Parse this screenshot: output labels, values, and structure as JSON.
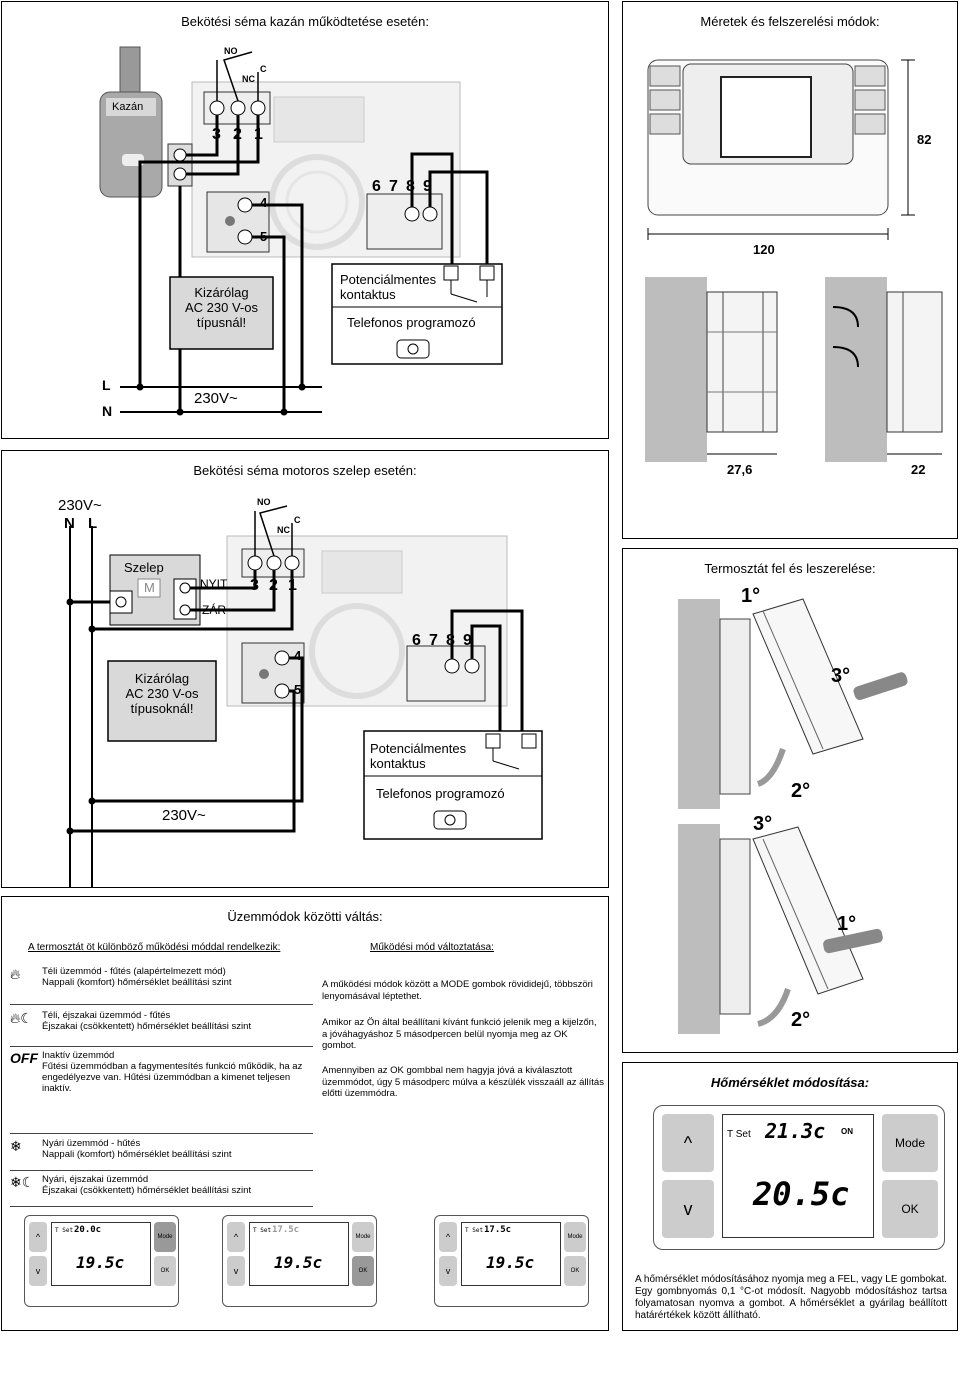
{
  "panel_kazan": {
    "title": "Bekötési séma kazán működtetése esetén:",
    "kazan_label": "Kazán",
    "no": "NO",
    "nc": "NC",
    "c": "C",
    "terminals_123": [
      "3",
      "2",
      "1"
    ],
    "terminals_45": [
      "4",
      "5"
    ],
    "terminals_6789": [
      "6",
      "7",
      "8",
      "9"
    ],
    "warning": "Kizárólag\nAC 230 V-os\ntípusnál!",
    "pot_contact": "Potenciálmentes\nkontaktus",
    "phone": "Telefonos programozó",
    "l": "L",
    "n": "N",
    "voltage": "230V~"
  },
  "panel_meretek": {
    "title": "Méretek és felszerelési módok:",
    "dim_height": "82",
    "dim_width": "120",
    "dim_depth1": "27,6",
    "dim_depth2": "22"
  },
  "panel_szelep": {
    "title": "Bekötési séma motoros szelep esetén:",
    "voltage_top": "230V~",
    "n": "N",
    "l": "L",
    "szelep": "Szelep",
    "m": "M",
    "nyit": "NYIT",
    "zar": "ZÁR",
    "no": "NO",
    "nc": "NC",
    "c": "C",
    "terminals_123": [
      "3",
      "2",
      "1"
    ],
    "terminals_45": [
      "4",
      "5"
    ],
    "terminals_6789": [
      "6",
      "7",
      "8",
      "9"
    ],
    "warning": "Kizárólag\nAC 230 V-os\ntípusoknál!",
    "pot_contact": "Potenciálmentes\nkontaktus",
    "phone": "Telefonos programozó",
    "voltage_bottom": "230V~"
  },
  "panel_felszereles": {
    "title": "Termosztát fel és leszerelése:",
    "steps_top": [
      "1°",
      "3°",
      "2°"
    ],
    "steps_bottom": [
      "3°",
      "1°",
      "2°"
    ]
  },
  "panel_uzemmodok": {
    "title": "Üzemmódok közötti váltás:",
    "left_header": "A termosztát öt különböző működési móddal rendelkezik:",
    "right_header": "Működési mód változtatása:",
    "modes": [
      {
        "icon": "flame-icon",
        "name": "Téli üzemmód - fűtés (alapértelmezett mód)",
        "desc": "Nappali (komfort) hőmérséklet beállítási szint"
      },
      {
        "icon": "flame-moon-icon",
        "name": "Téli, éjszakai üzemmód - fűtés",
        "desc": "Éjszakai (csökkentett) hőmérséklet beállítási szint"
      },
      {
        "icon": "off-icon",
        "icon_text": "OFF",
        "name": "Inaktív üzemmód",
        "desc": "Fűtési üzemmódban a fagymentesítés funkció működik, ha az engedélyezve van. Hűtési üzemmódban a kimenet teljesen inaktív."
      },
      {
        "icon": "snowflake-icon",
        "name": "Nyári üzemmód - hűtés",
        "desc": "Nappali (komfort) hőmérséklet beállítási szint"
      },
      {
        "icon": "snowflake-moon-icon",
        "name": "Nyári, éjszakai üzemmód",
        "desc": "Éjszakai (csökkentett) hőmérséklet beállítási szint"
      }
    ],
    "paragraphs": [
      "A működési módok között a MODE gombok rövididejű, többszöri lenyomásával léptethet.",
      "Amikor az Ön által beállítani kívánt funkció jelenik meg a kijelzőn, a jóváhagyáshoz 5 másodpercen belül nyomja meg az OK gombot.",
      "Amennyiben az OK gombbal nem hagyja jóvá a kiválasztott üzemmódot, úgy 5 másodperc múlva a készülék visszaáll az állítás előtti üzemmódra."
    ],
    "small_thermos": [
      {
        "tset": "T Set",
        "set_value": "20.0c",
        "main_value": "19.5c",
        "mode": "Mode",
        "ok": "OK",
        "up": "^",
        "down": "v"
      },
      {
        "tset": "T Set",
        "set_value": "17.5c",
        "main_value": "19.5c",
        "mode": "Mode",
        "ok": "OK",
        "up": "^",
        "down": "v"
      },
      {
        "tset": "T Set",
        "set_value": "17.5c",
        "main_value": "19.5c",
        "mode": "Mode",
        "ok": "OK",
        "up": "^",
        "down": "v"
      }
    ]
  },
  "panel_homerseklet": {
    "title": "Hőmérséklet módosítása:",
    "tset": "T Set",
    "set_value": "21.3c",
    "on_badge": "ON",
    "main_value": "20.5c",
    "mode": "Mode",
    "ok": "OK",
    "up": "^",
    "down": "v",
    "description": "A hőmérséklet módosításához nyomja meg a FEL, vagy LE gombokat. Egy gombnyomás 0,1 °C-ot módosít. Nagyobb módosításhoz tartsa folyamatosan nyomva a gombot. A hőmérséklet a gyárilag beállított határértékek között állítható."
  },
  "colors": {
    "border": "#000000",
    "device_gray": "#c8c8c8",
    "wall_gray": "#bdbdbd",
    "kazan_gray": "#a9a9a9"
  }
}
